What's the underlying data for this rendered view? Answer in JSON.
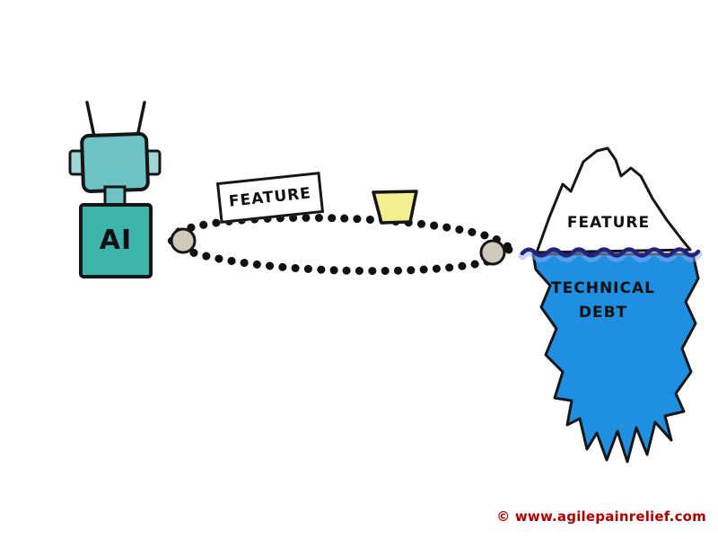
{
  "labels": {
    "robot": "AI",
    "feature_sign": "FEATURE",
    "iceberg_feature": "FEATURE",
    "iceberg_technical": "TECHNICAL",
    "iceberg_debt": "DEBT",
    "copyright": "© www.agilepainrelief.com"
  },
  "colors": {
    "outline": "#161616",
    "text_black": "#111111",
    "robot_head": "#6ec4c4",
    "robot_body": "#3db5ab",
    "robot_ear": "#9ed7d6",
    "belt_dot": "#111111",
    "roller": "#cfc9ba",
    "crate_yellow": "#f3ef90",
    "iceberg_white": "#ffffff",
    "iceberg_blue": "#1f8fe2",
    "water_navy": "#23237e",
    "water_glow": "#8fb0f2",
    "copyright_red": "#b40000"
  }
}
